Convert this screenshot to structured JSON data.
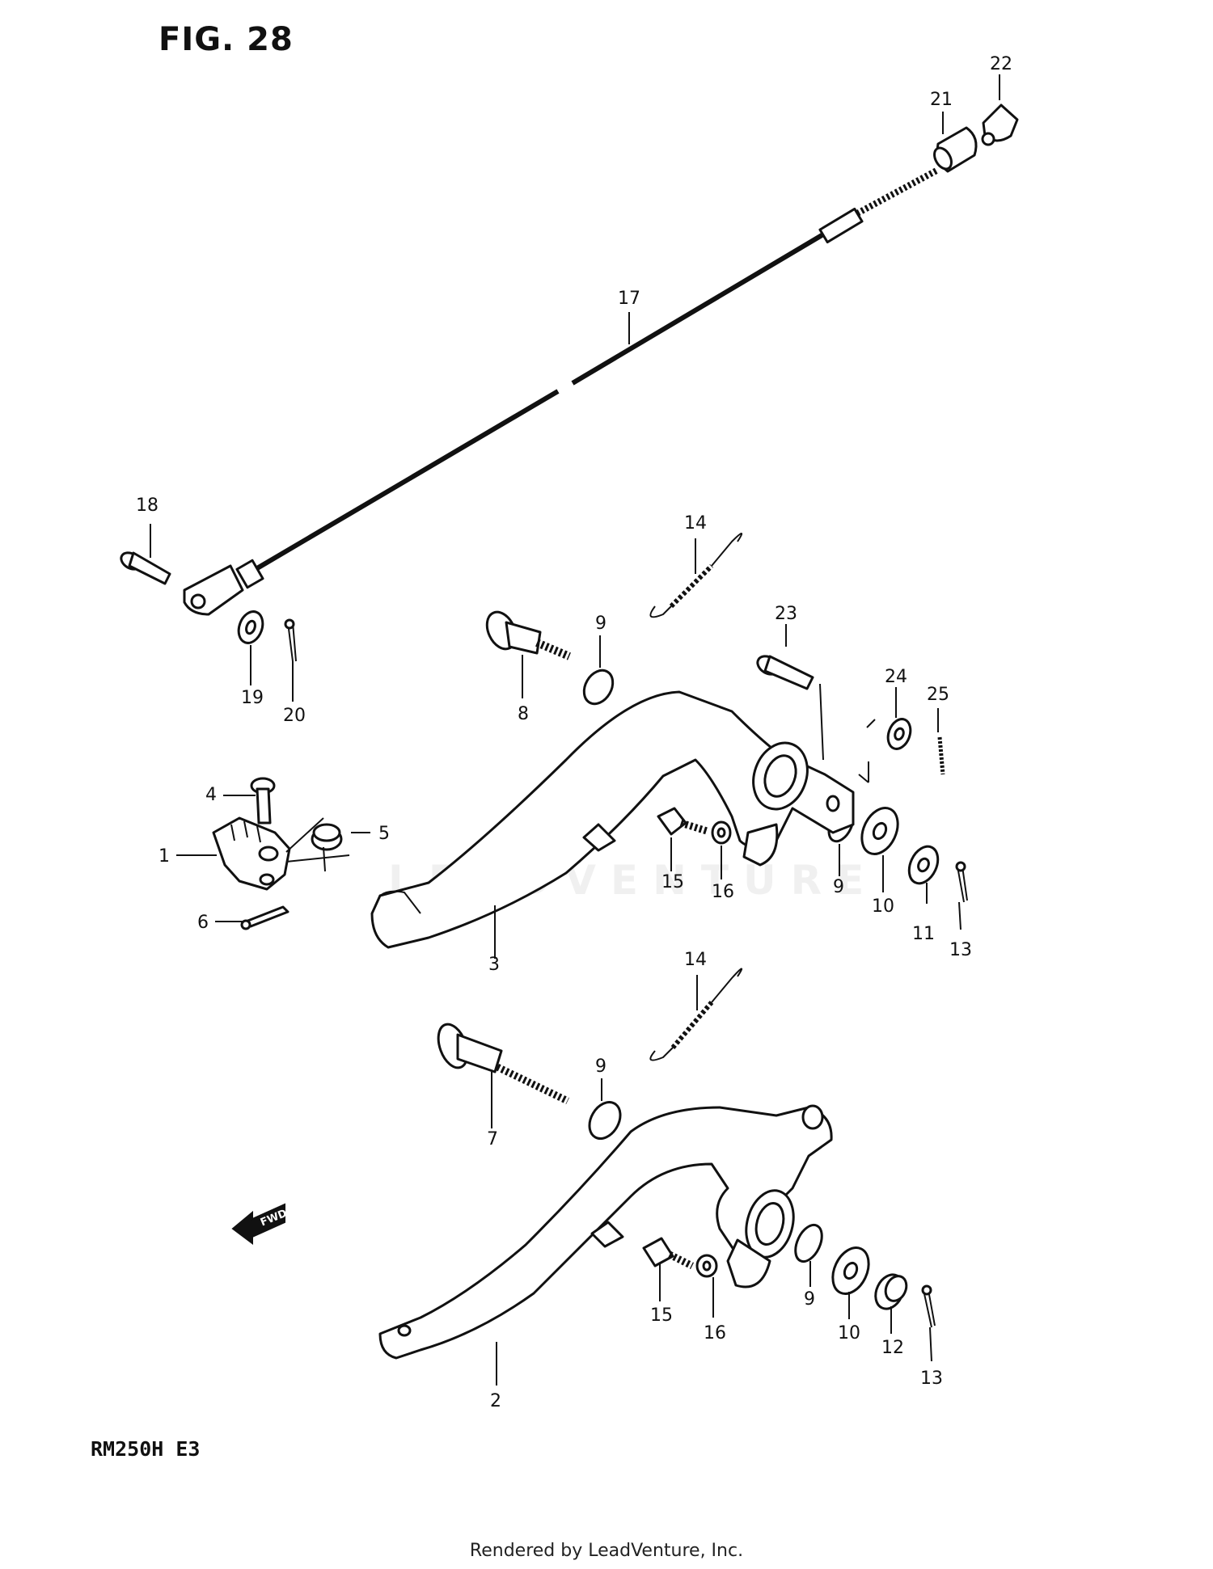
{
  "figure": {
    "title": "FIG. 28",
    "model": "RM250H E3",
    "footer": "Rendered by LeadVenture, Inc.",
    "watermark": "LEADVENTURE",
    "fwd_label": "FWD"
  },
  "callouts": [
    {
      "id": "c1",
      "label": "1"
    },
    {
      "id": "c2",
      "label": "2"
    },
    {
      "id": "c3",
      "label": "3"
    },
    {
      "id": "c4",
      "label": "4"
    },
    {
      "id": "c5",
      "label": "5"
    },
    {
      "id": "c6",
      "label": "6"
    },
    {
      "id": "c7",
      "label": "7"
    },
    {
      "id": "c8",
      "label": "8"
    },
    {
      "id": "c9a",
      "label": "9"
    },
    {
      "id": "c9b",
      "label": "9"
    },
    {
      "id": "c9c",
      "label": "9"
    },
    {
      "id": "c9d",
      "label": "9"
    },
    {
      "id": "c10a",
      "label": "10"
    },
    {
      "id": "c10b",
      "label": "10"
    },
    {
      "id": "c11",
      "label": "11"
    },
    {
      "id": "c12",
      "label": "12"
    },
    {
      "id": "c13a",
      "label": "13"
    },
    {
      "id": "c13b",
      "label": "13"
    },
    {
      "id": "c14a",
      "label": "14"
    },
    {
      "id": "c14b",
      "label": "14"
    },
    {
      "id": "c15a",
      "label": "15"
    },
    {
      "id": "c15b",
      "label": "15"
    },
    {
      "id": "c16a",
      "label": "16"
    },
    {
      "id": "c16b",
      "label": "16"
    },
    {
      "id": "c17",
      "label": "17"
    },
    {
      "id": "c18",
      "label": "18"
    },
    {
      "id": "c19",
      "label": "19"
    },
    {
      "id": "c20",
      "label": "20"
    },
    {
      "id": "c21",
      "label": "21"
    },
    {
      "id": "c22",
      "label": "22"
    },
    {
      "id": "c23",
      "label": "23"
    },
    {
      "id": "c24",
      "label": "24"
    },
    {
      "id": "c25",
      "label": "25"
    }
  ]
}
